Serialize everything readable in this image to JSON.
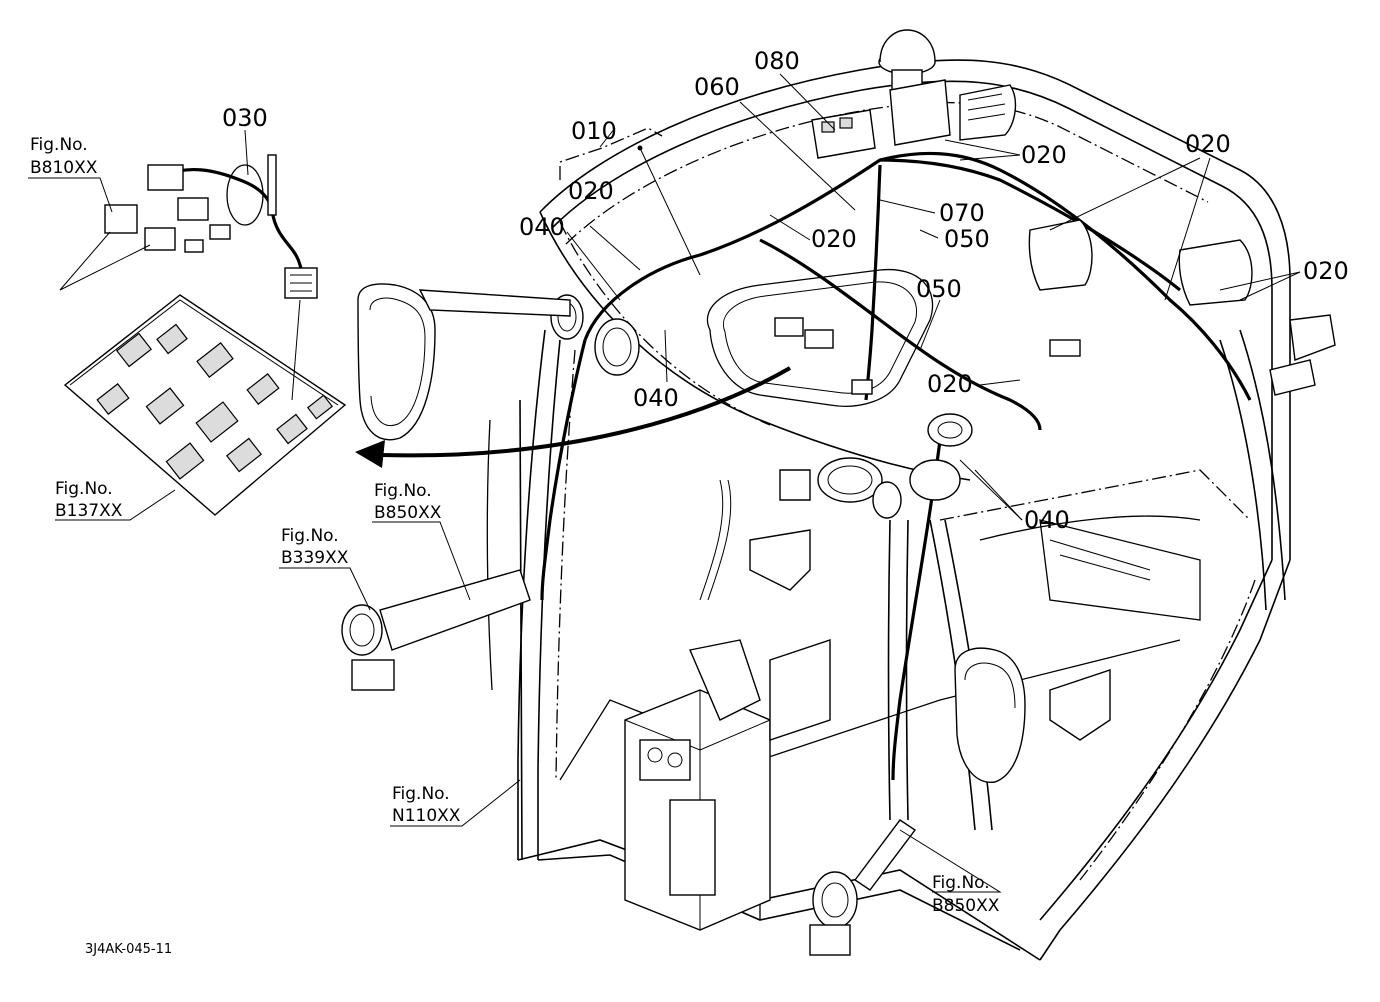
{
  "part_labels": {
    "p010": "010",
    "p020_a": "020",
    "p020_b": "020",
    "p020_c": "020",
    "p020_d": "020",
    "p020_e": "020",
    "p020_f": "020",
    "p030": "030",
    "p040_a": "040",
    "p040_b": "040",
    "p040_c": "040",
    "p050_a": "050",
    "p050_b": "050",
    "p060": "060",
    "p070": "070",
    "p080": "080"
  },
  "figure_refs": {
    "b810": {
      "line1": "Fig.No.",
      "line2": "B810XX"
    },
    "b137": {
      "line1": "Fig.No.",
      "line2": "B137XX"
    },
    "b850_a": {
      "line1": "Fig.No.",
      "line2": "B850XX"
    },
    "b339": {
      "line1": "Fig.No.",
      "line2": "B339XX"
    },
    "n110": {
      "line1": "Fig.No.",
      "line2": "N110XX"
    },
    "b850_b": {
      "line1": "Fig.No.",
      "line2": "B850XX"
    }
  },
  "drawing_code": "3J4AK-045-11"
}
